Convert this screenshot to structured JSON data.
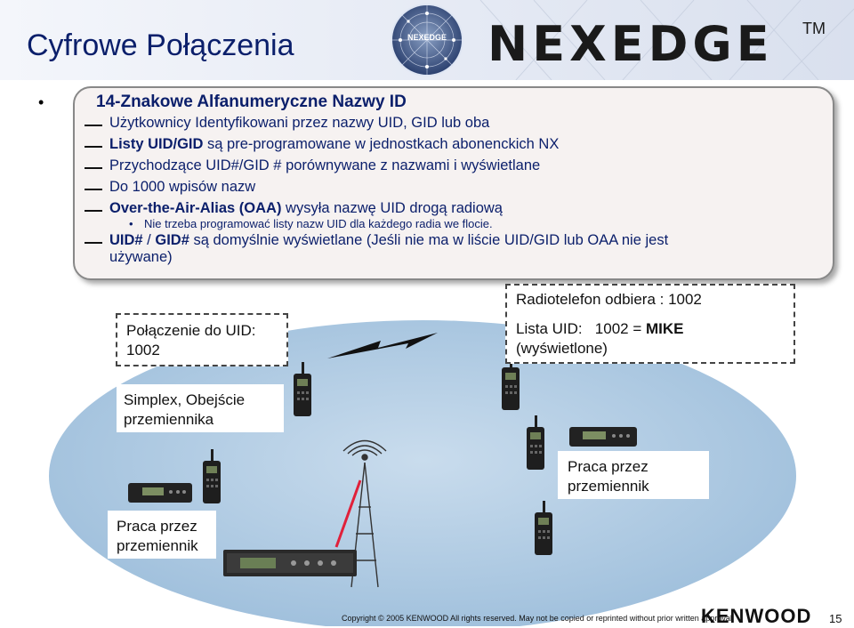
{
  "slide": {
    "title": "Cyfrowe Połączenia",
    "logo": "NEXEDGE",
    "logo_tm": "TM",
    "badge_text": "NEXEDGE"
  },
  "content": {
    "heading": "14-Znakowe Alfanumeryczne Nazwy ID",
    "line1": "Użytkownicy Identyfikowani przez nazwy UID, GID lub oba",
    "line2_bold": "Listy UID/GID",
    "line2_rest": " są pre-programowane w jednostkach abonenckich NX",
    "line3": "Przychodzące UID#/GID # porównywane z nazwami i wyświetlane",
    "line4": "Do 1000 wpisów nazw",
    "line5_bold": "Over-the-Air-Alias (OAA)",
    "line5_rest": " wysyła nazwę UID drogą radiową",
    "sub1": "Nie trzeba programować listy nazw UID dla każdego radia we flocie.",
    "line6_bold1": "UID#",
    "line6_mid": " / ",
    "line6_bold2": "GID#",
    "line6_rest": " są domyślnie wyświetlane (Jeśli nie ma w liście UID/GID lub OAA nie jest",
    "line6_cont": "używane)"
  },
  "diagram": {
    "call_label_1": "Połączenie do UID:",
    "call_label_2": "1002",
    "rx_line1": "Radiotelefon odbiera : 1002",
    "rx_line2a": "Lista UID:   1002 = ",
    "rx_line2b": "MIKE",
    "rx_line3": "(wyświetlone)",
    "simplex_1": "Simplex, Obejście",
    "simplex_2": "przemiennika",
    "repeater_right_1": "Praca przez",
    "repeater_right_2": "przemiennik",
    "repeater_left_1": "Praca przez",
    "repeater_left_2": "przemiennik"
  },
  "footer": {
    "copyright": "Copyright © 2005 KENWOOD    All rights reserved. May not be copied or reprinted without prior written approval.",
    "brand": "KENWOOD",
    "page": "15"
  },
  "colors": {
    "title": "#0b1f6b",
    "ellipse": "#a9c6df",
    "box_bg": "#f6f2f1"
  }
}
